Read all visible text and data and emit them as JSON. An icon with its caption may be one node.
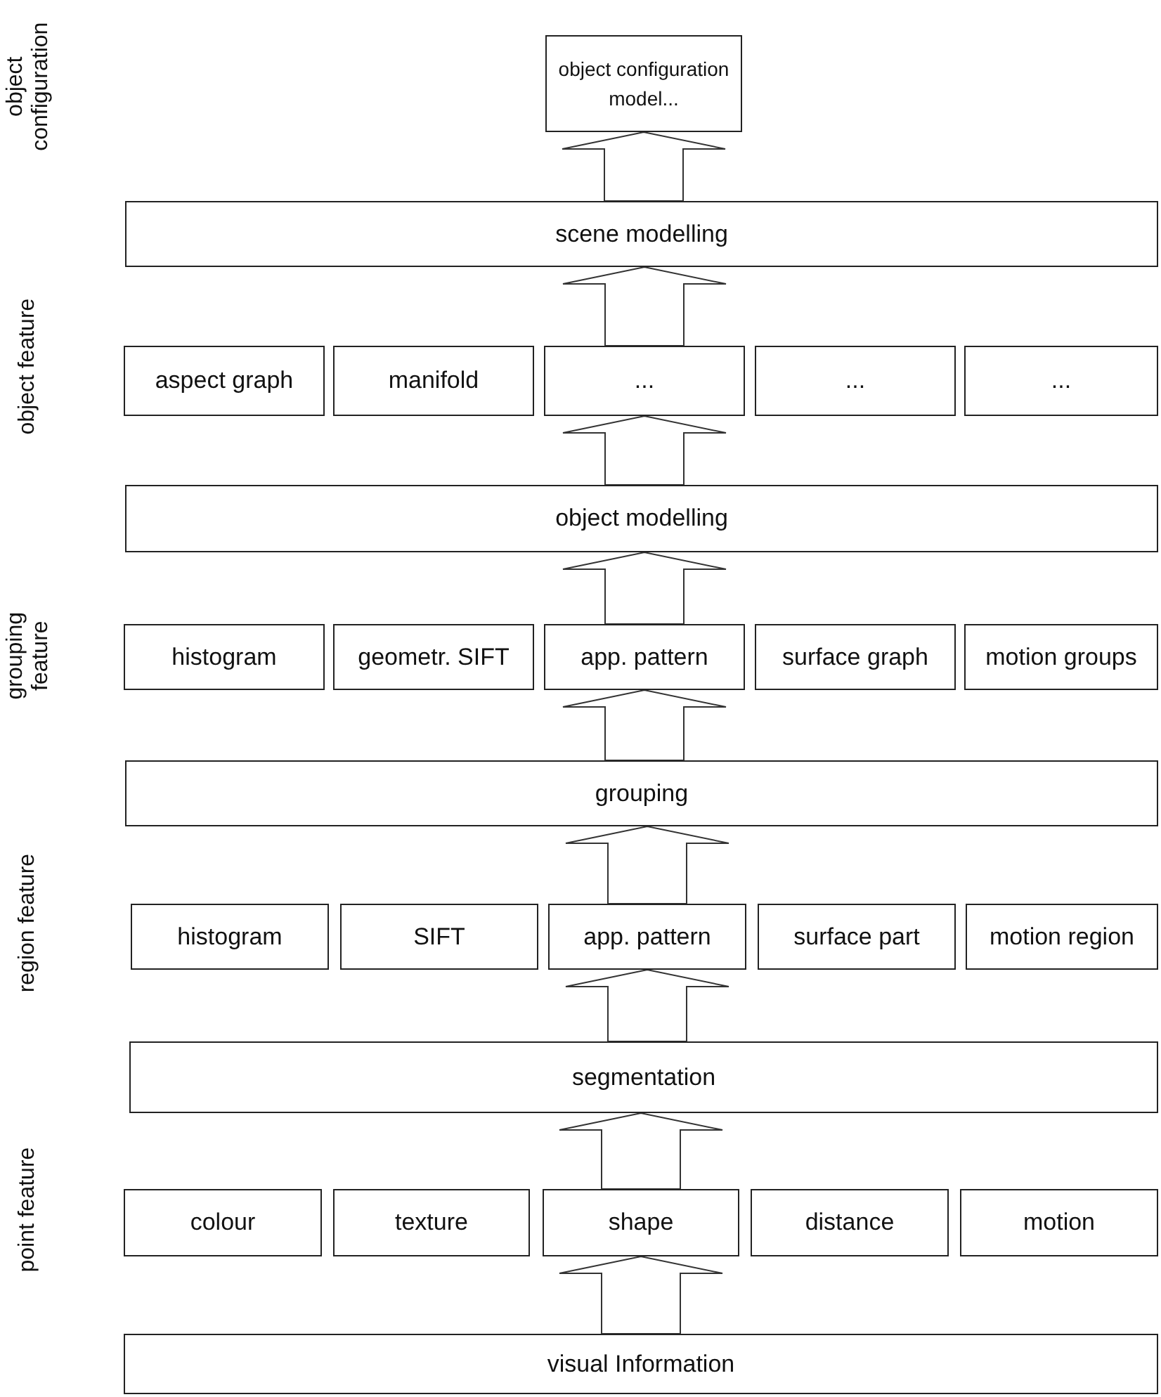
{
  "diagram": {
    "nodes": [
      {
        "text": [
          "object configuration model..."
        ]
      },
      {
        "text": [
          "scene modelling"
        ]
      },
      {
        "text": [
          "aspect graph"
        ]
      },
      {
        "text": [
          "manifold"
        ]
      },
      {
        "text": [
          "..."
        ]
      },
      {
        "text": [
          "..."
        ]
      },
      {
        "text": [
          "..."
        ]
      },
      {
        "text": [
          "object modelling"
        ]
      },
      {
        "text": [
          "histogram"
        ]
      },
      {
        "text": [
          "geometr. SIFT"
        ]
      },
      {
        "text": [
          "app. pattern"
        ]
      },
      {
        "text": [
          "surface graph"
        ]
      },
      {
        "text": [
          "motion groups"
        ]
      },
      {
        "text": [
          "grouping"
        ]
      },
      {
        "text": [
          "histogram"
        ]
      },
      {
        "text": [
          "SIFT"
        ]
      },
      {
        "text": [
          "app. pattern"
        ]
      },
      {
        "text": [
          "surface part"
        ]
      },
      {
        "text": [
          "motion region"
        ]
      },
      {
        "text": [
          "segmentation"
        ]
      },
      {
        "text": [
          "colour"
        ]
      },
      {
        "text": [
          "texture"
        ]
      },
      {
        "text": [
          "shape"
        ]
      },
      {
        "text": [
          "distance"
        ]
      },
      {
        "text": [
          "motion"
        ]
      },
      {
        "text": [
          "visual Information"
        ]
      }
    ],
    "edges": [
      {
        "from": 25,
        "to": 22,
        "arrow": "to"
      },
      {
        "from": 22,
        "to": 19,
        "arrow": "to"
      },
      {
        "from": 19,
        "to": 16,
        "arrow": "to"
      },
      {
        "from": 16,
        "to": 13,
        "arrow": "to"
      },
      {
        "from": 13,
        "to": 10,
        "arrow": "to"
      },
      {
        "from": 10,
        "to": 7,
        "arrow": "to"
      },
      {
        "from": 7,
        "to": 4,
        "arrow": "to"
      },
      {
        "from": 4,
        "to": 1,
        "arrow": "to"
      },
      {
        "from": 1,
        "to": 0,
        "arrow": "to"
      }
    ],
    "labels": [
      "object configuration",
      "object feature",
      "grouping feature",
      "region feature",
      "point feature"
    ]
  }
}
